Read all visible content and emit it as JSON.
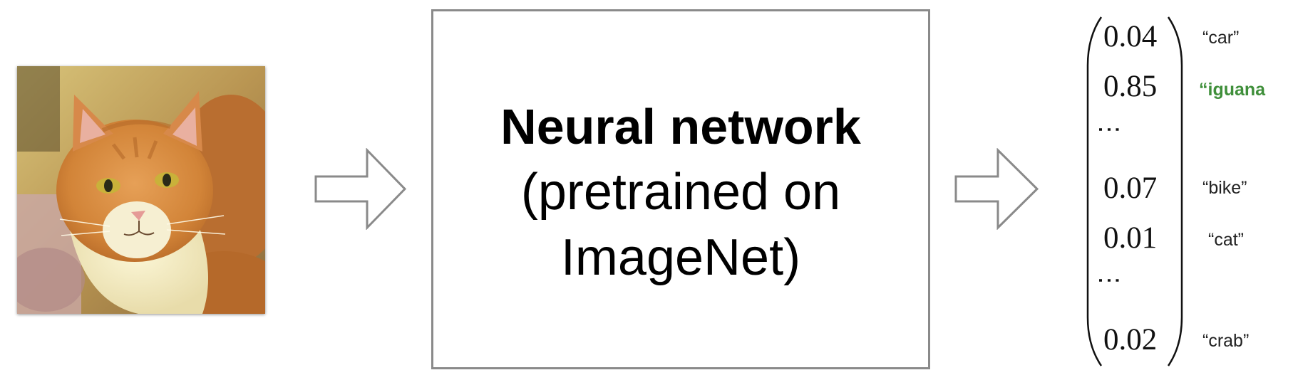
{
  "model": {
    "title": "Neural network",
    "subtitle_line1": "(pretrained on",
    "subtitle_line2": "ImageNet)"
  },
  "output": {
    "rows": [
      {
        "value": "0.04",
        "label": "“car”",
        "highlight": false
      },
      {
        "value": "0.85",
        "label": "“iguana",
        "highlight": true
      },
      {
        "value": "⋮",
        "label": "",
        "highlight": false
      },
      {
        "value": "0.07",
        "label": "“bike”",
        "highlight": false
      },
      {
        "value": "0.01",
        "label": "“cat”",
        "highlight": false
      },
      {
        "value": "⋮",
        "label": "",
        "highlight": false
      },
      {
        "value": "0.02",
        "label": "“crab”",
        "highlight": false
      }
    ]
  },
  "colors": {
    "highlight": "#3f8f3a",
    "arrow": "#8a8a8a",
    "box_border": "#8a8a8a"
  },
  "icons": {
    "input_image": "cat-photo",
    "flow_arrow": "hollow-right-arrow-icon"
  }
}
